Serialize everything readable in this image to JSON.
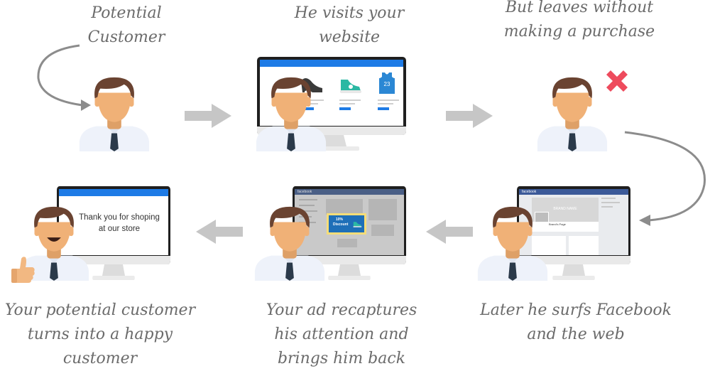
{
  "steps": [
    {
      "id": "step-1",
      "caption_lines": [
        "Potential",
        "Customer"
      ]
    },
    {
      "id": "step-2",
      "caption_lines": [
        "He visits your",
        "website"
      ]
    },
    {
      "id": "step-3",
      "caption_lines": [
        "But leaves without",
        "making a purchase"
      ]
    },
    {
      "id": "step-4",
      "caption_lines": [
        "Later he surfs Facebook",
        "and the web"
      ]
    },
    {
      "id": "step-5",
      "caption_lines": [
        "Your ad recaptures",
        "his attention and",
        "brings him back"
      ]
    },
    {
      "id": "step-6",
      "caption_lines": [
        "Your potential customer",
        "turns into a happy",
        "customer"
      ]
    }
  ],
  "website_screen": {
    "products": [
      {
        "icon": "high-heel-shoe-icon"
      },
      {
        "icon": "sneaker-icon"
      },
      {
        "icon": "jersey-icon",
        "label": "23"
      }
    ]
  },
  "facebook_screen": {
    "brand": "facebook",
    "cover_text": "BRAND NAME",
    "page_name": "Brand's Page"
  },
  "ad_screen": {
    "brand": "facebook",
    "ad_lines": [
      "10%",
      "Discount"
    ]
  },
  "thank_you_screen": {
    "message_lines": [
      "Thank you for shoping",
      "at our store"
    ]
  },
  "colors": {
    "monitor_bezel": "#1f1f1f",
    "monitor_stand": "#e6e6e6",
    "website_header": "#1e7be6",
    "facebook_header": "#3b5998",
    "ad_frame": "#f6dd78",
    "ad_background": "#1e6fb8",
    "reject_x": "#ee4b5d",
    "arrow": "#c6c6c6",
    "curve_arrow": "#8c8c8c",
    "hair": "#6a4331",
    "skin": "#f0b177",
    "shirt": "#eef2fa",
    "tie": "#2b3a4a",
    "thumb": "#f2b882",
    "caption_text": "#6b6b6b"
  }
}
